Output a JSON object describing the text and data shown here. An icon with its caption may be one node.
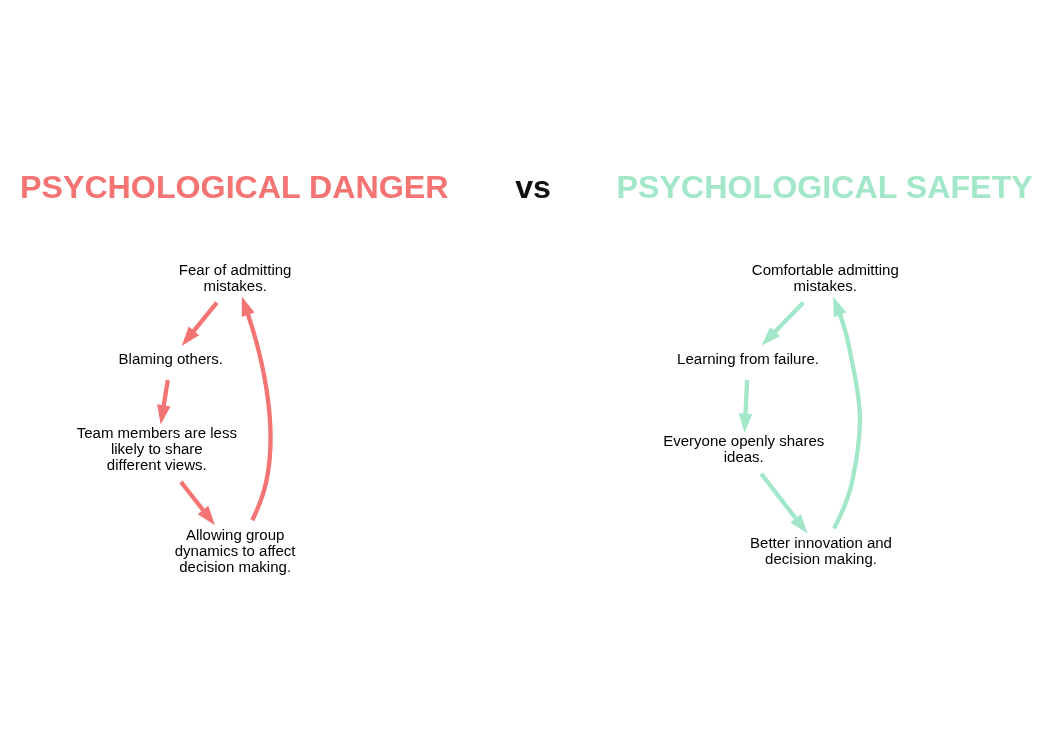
{
  "diagram": {
    "nodes": [
      {
        "text": [
          "Fear of admitting mistakes."
        ]
      },
      {
        "text": [
          "Blaming others."
        ]
      },
      {
        "text": [
          "Team members are less likely to share different views."
        ]
      },
      {
        "text": [
          "Allowing group dynamics to affect decision making."
        ]
      },
      {
        "text": [
          "Comfortable admitting mistakes."
        ]
      },
      {
        "text": [
          "Learning from failure."
        ]
      },
      {
        "text": [
          "Everyone openly shares ideas."
        ]
      },
      {
        "text": [
          "Better innovation and decision making."
        ]
      }
    ],
    "edges": [
      {
        "from": 3,
        "to": 0,
        "arrow": "to",
        "color": "#f47373"
      },
      {
        "from": 0,
        "to": 1,
        "arrow": "to",
        "color": "#f47373"
      },
      {
        "from": 1,
        "to": 2,
        "arrow": "to",
        "color": "#f47373"
      },
      {
        "from": 2,
        "to": 3,
        "arrow": "to",
        "color": "#f47373"
      },
      {
        "from": 7,
        "to": 4,
        "arrow": "to",
        "color": "#a1e7c8"
      },
      {
        "from": 4,
        "to": 5,
        "arrow": "to",
        "color": "#a1e7c8"
      },
      {
        "from": 5,
        "to": 6,
        "arrow": "to",
        "color": "#a1e7c8"
      },
      {
        "from": 6,
        "to": 7,
        "arrow": "to",
        "color": "#a1e7c8"
      }
    ],
    "labels": [
      "vs",
      "PSYCHOLOGICAL DANGER",
      "PSYCHOLOGICAL SAFETY"
    ]
  }
}
